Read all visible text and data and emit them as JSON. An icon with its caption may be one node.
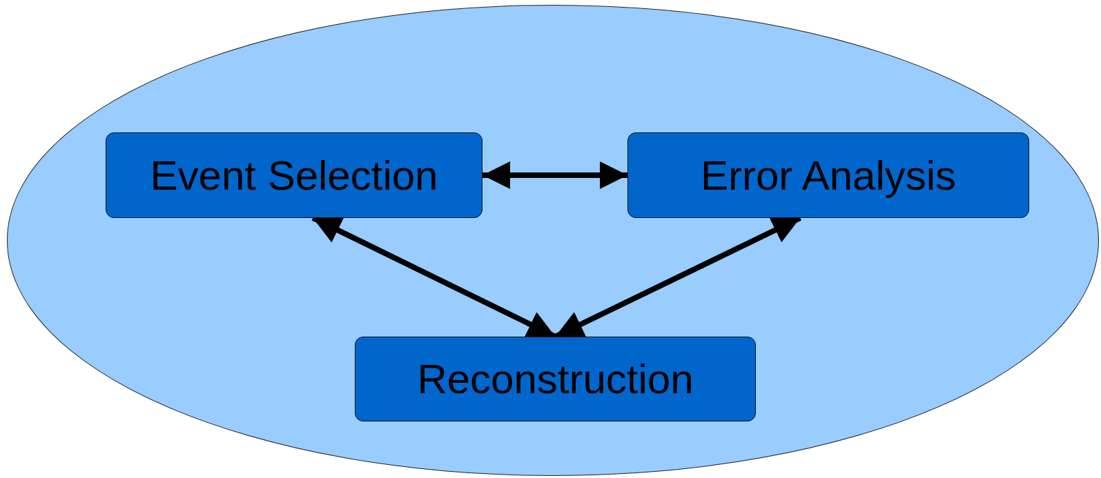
{
  "diagram": {
    "nodes": [
      {
        "text": [],
        "shape": "ellipse"
      },
      {
        "text": [
          "Event Selection"
        ],
        "in": 0
      },
      {
        "text": [
          "Error Analysis"
        ],
        "in": 0
      },
      {
        "text": [
          "Reconstruction"
        ],
        "in": 0
      }
    ],
    "edges": [
      {
        "from": 1,
        "to": 2,
        "arrow": "both"
      },
      {
        "from": 1,
        "to": 3,
        "arrow": "both"
      },
      {
        "from": 3,
        "to": 2,
        "arrow": "both"
      }
    ]
  }
}
